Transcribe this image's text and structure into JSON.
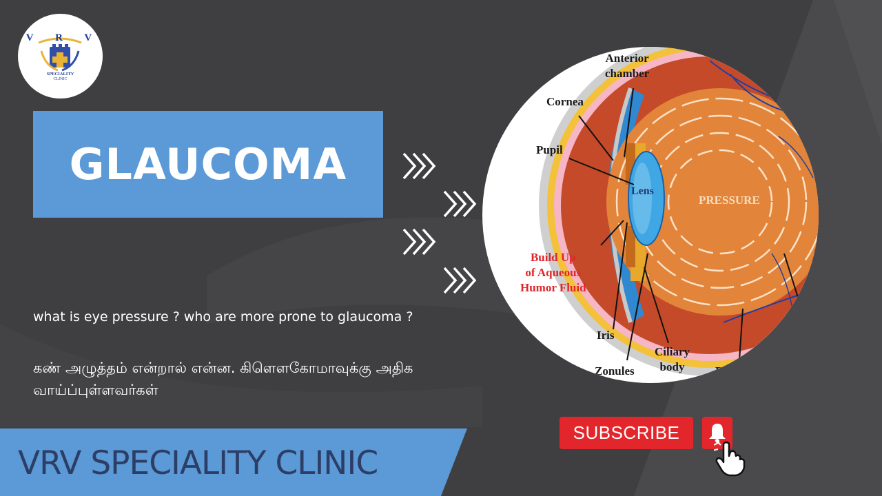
{
  "logo": {
    "letters": "V R V",
    "line1": "SPECIALITY",
    "line2": "CLINIC",
    "icon": "clinic-logo-icon"
  },
  "title": "GLAUCOMA",
  "questions": {
    "english": "what is eye pressure ?  who are more prone to glaucoma ?",
    "tamil": "கண் அழுத்தம் என்றால் என்ன. கிளௌகோமாவுக்கு அதிக வாய்ப்புள்ளவர்கள்"
  },
  "diagram": {
    "labels": {
      "anterior_chamber": "Anterior\nchamber",
      "cornea": "Cornea",
      "pupil": "Pupil",
      "lens": "Lens",
      "pressure": "PRESSURE",
      "buildup": "Build Up\nof Aqueous\nHumor Fluid",
      "iris": "Iris",
      "zonules": "Zonules",
      "ciliary": "Ciliary\nbody",
      "partial": "R"
    }
  },
  "footer": "VRV SPECIALITY CLINIC",
  "subscribe_label": "SUBSCRIBE",
  "colors": {
    "background": "#3f3f41",
    "title_box": "#5b9ad6",
    "footer_bar": "#5b9ad6",
    "subscribe": "#e3262b",
    "footer_text": "#2c3e66"
  },
  "icons": [
    "chevron-right-icon",
    "bell-icon",
    "hand-cursor-icon"
  ]
}
